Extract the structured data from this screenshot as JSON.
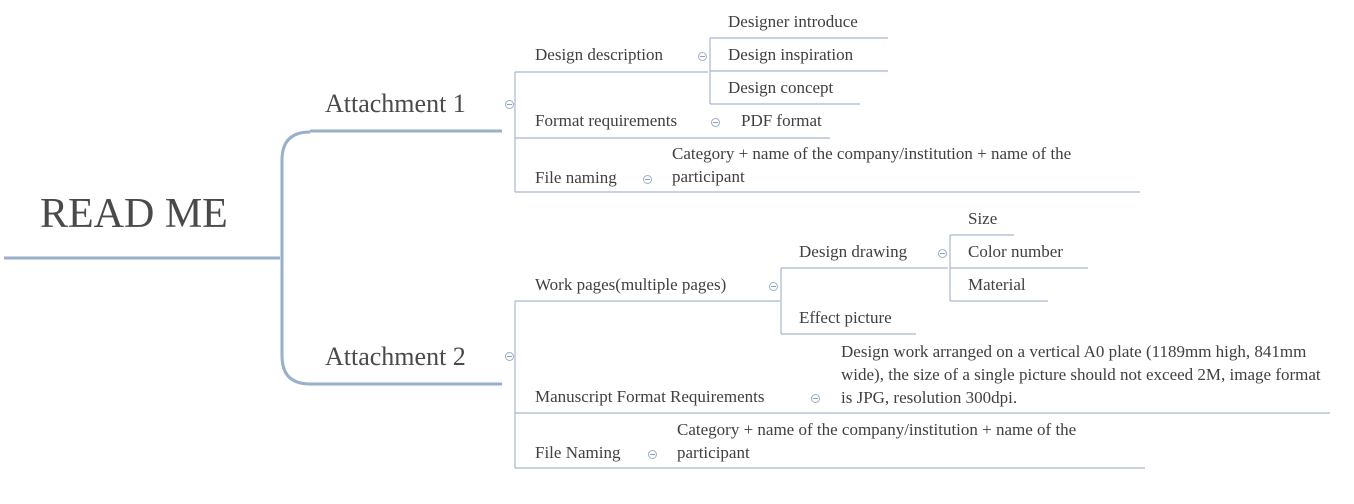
{
  "root": {
    "label": "READ ME"
  },
  "attachment1": {
    "label": "Attachment 1",
    "design_description": {
      "label": "Design description",
      "items": [
        "Designer introduce",
        "Design inspiration",
        "Design concept"
      ]
    },
    "format_requirements": {
      "label": "Format requirements",
      "value": "PDF format"
    },
    "file_naming": {
      "label": "File naming",
      "value": "Category + name of the company/institution + name of the participant"
    }
  },
  "attachment2": {
    "label": "Attachment 2",
    "work_pages": {
      "label": "Work pages(multiple pages)",
      "design_drawing": {
        "label": "Design drawing",
        "items": [
          "Size",
          "Color number",
          "Material"
        ]
      },
      "effect_picture": "Effect picture"
    },
    "manuscript_format": {
      "label": "Manuscript Format Requirements",
      "value": "Design work arranged on a vertical A0 plate (1189mm high, 841mm wide), the size of a single picture should not exceed 2M, image format is JPG, resolution 300dpi."
    },
    "file_naming": {
      "label": "File Naming",
      "value": "Category + name of the company/institution + name of the participant"
    }
  },
  "colors": {
    "line": "#a6b8cf",
    "main_line": "#9aafc8",
    "text": "#404040"
  }
}
